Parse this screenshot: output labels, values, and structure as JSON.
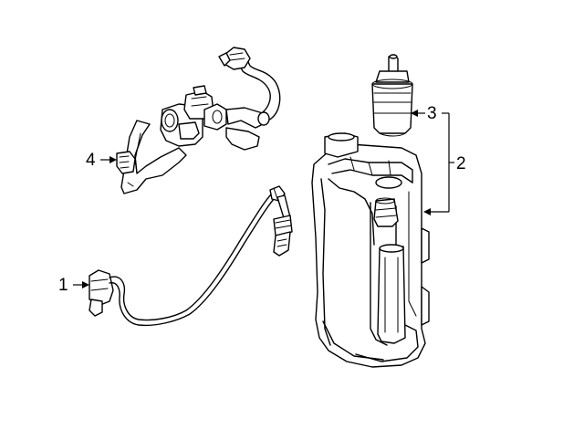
{
  "callouts": {
    "c1": "1",
    "c2": "2",
    "c3": "3",
    "c4": "4"
  },
  "parts": [
    {
      "callout": "1",
      "icon": "oxygen-sensor-icon"
    },
    {
      "callout": "2",
      "icon": "vapor-canister-icon"
    },
    {
      "callout": "3",
      "icon": "canister-filter-icon"
    },
    {
      "callout": "4",
      "icon": "purge-valve-icon"
    }
  ],
  "colors": {
    "line": "#000000",
    "background": "#ffffff"
  }
}
